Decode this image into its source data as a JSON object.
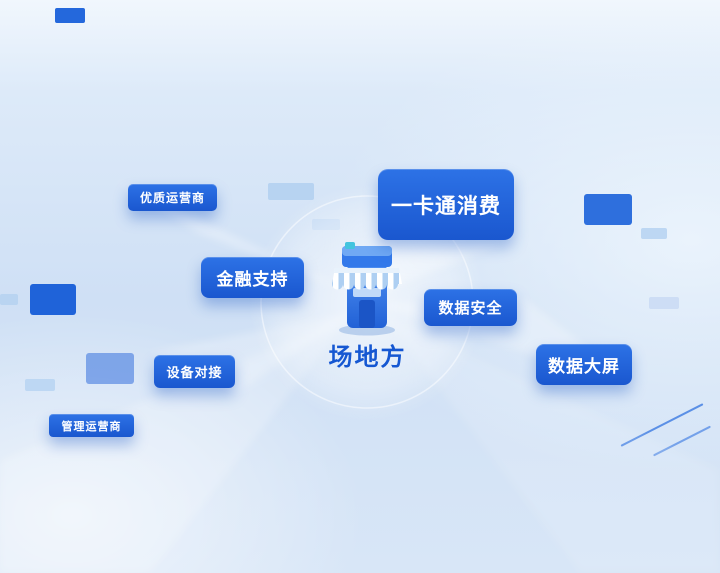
{
  "diagram": {
    "center": {
      "label": "场地方",
      "icon": "store-icon"
    },
    "nodes": [
      {
        "id": "premium-operator",
        "label": "优质运营商"
      },
      {
        "id": "card-consumption",
        "label": "一卡通消费"
      },
      {
        "id": "financial-support",
        "label": "金融支持"
      },
      {
        "id": "data-security",
        "label": "数据安全"
      },
      {
        "id": "data-dashboard",
        "label": "数据大屏"
      },
      {
        "id": "device-connection",
        "label": "设备对接"
      },
      {
        "id": "management-operator",
        "label": "管理运营商"
      }
    ]
  },
  "colors": {
    "node_blue_top": "#2d72e6",
    "node_blue_bottom": "#1a57cf",
    "node_text": "#ffffff",
    "center_label_text": "#1557d2",
    "accent_rect_dark": "#2468dc",
    "accent_rect_light": "#b7d3f1",
    "awning_stripe": "#aecff2",
    "store_teal_accent": "#43c4de",
    "background_top": "#f1f7fd",
    "background_bottom": "#d8e6f7"
  }
}
